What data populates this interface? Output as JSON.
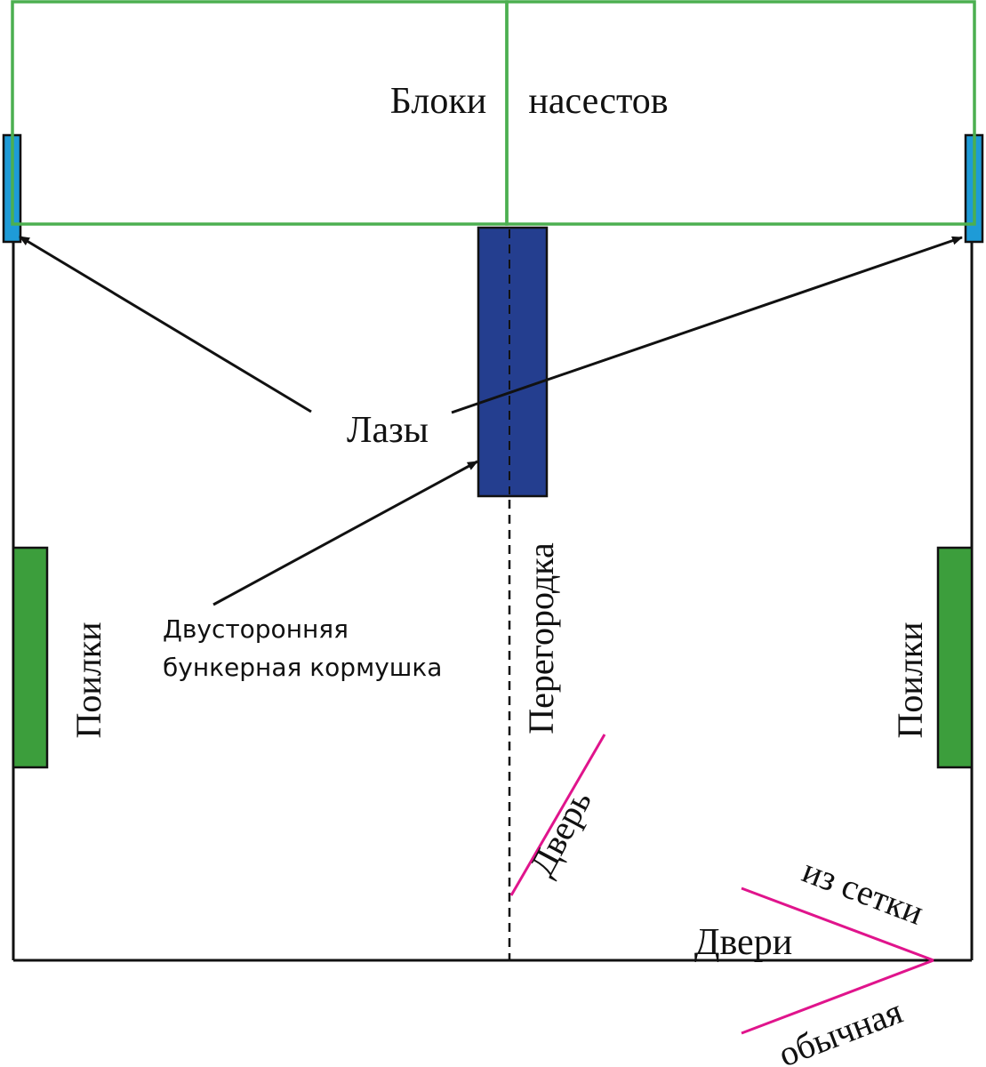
{
  "colors": {
    "walls": "#111111",
    "perch_blocks": "#4caf50",
    "passages": "#1e9bd7",
    "feeder": "#243e8f",
    "drinkers": "#3c9e3c",
    "doors": "#e0148c"
  },
  "labels": {
    "perch_blocks_word1": "Блоки",
    "perch_blocks_word2": "насестов",
    "passages": "Лазы",
    "feeder_line1": "Двусторонняя",
    "feeder_line2": "бункерная кормушка",
    "drinkers_left": "Поилки",
    "drinkers_right": "Поилки",
    "partition": "Перегородка",
    "inner_door": "Дверь",
    "doors": "Двери",
    "mesh_door": "из сетки",
    "regular_door": "обычная"
  }
}
